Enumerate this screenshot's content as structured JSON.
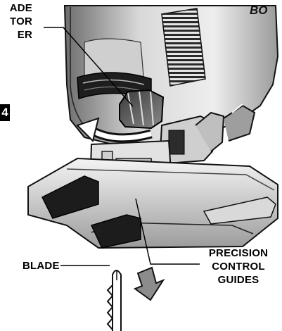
{
  "figure": {
    "number": "4"
  },
  "brand_fragment": "BO",
  "callouts": {
    "lever": {
      "lines": [
        "ADE",
        "TOR",
        "ER"
      ]
    },
    "guides": {
      "lines": [
        "PRECISION",
        "CONTROL",
        "GUIDES"
      ]
    },
    "blade": {
      "label": "BLADE"
    }
  }
}
